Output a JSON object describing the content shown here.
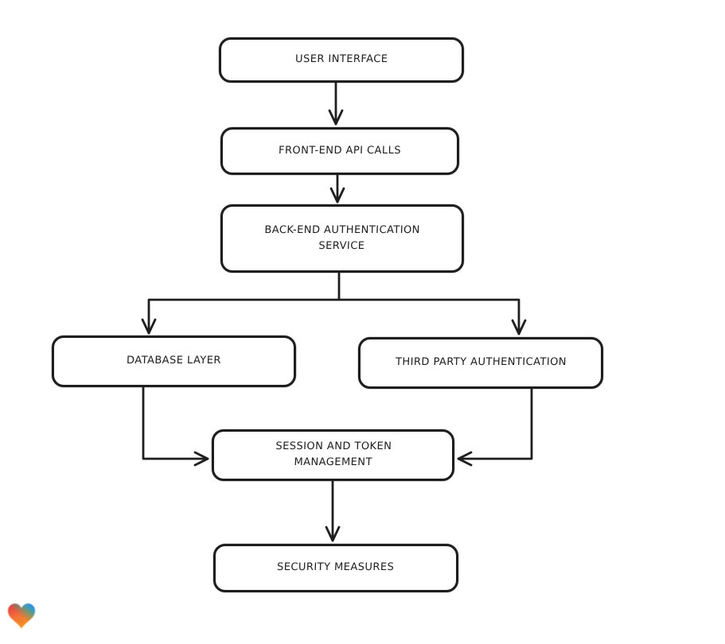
{
  "diagram": {
    "background_color": "#ffffff",
    "stroke_color": "#1e1e1e",
    "node_fill_color": "#ffffff",
    "nodes": [
      {
        "id": "user-interface",
        "label": "USER INTERFACE"
      },
      {
        "id": "front-end-api-calls",
        "label": "FRONT-END API CALLS"
      },
      {
        "id": "back-end-authentication-service",
        "label": "BACK-END AUTHENTICATION\nSERVICE"
      },
      {
        "id": "database-layer",
        "label": "DATABASE LAYER"
      },
      {
        "id": "third-party-authentication",
        "label": "THIRD PARTY AUTHENTICATION"
      },
      {
        "id": "session-and-token-management",
        "label": "SESSION AND TOKEN\nMANAGEMENT"
      },
      {
        "id": "security-measures",
        "label": "SECURITY MEASURES"
      }
    ],
    "edges": [
      {
        "from": "user-interface",
        "to": "front-end-api-calls"
      },
      {
        "from": "front-end-api-calls",
        "to": "back-end-authentication-service"
      },
      {
        "from": "back-end-authentication-service",
        "to": "database-layer"
      },
      {
        "from": "back-end-authentication-service",
        "to": "third-party-authentication"
      },
      {
        "from": "database-layer",
        "to": "session-and-token-management"
      },
      {
        "from": "third-party-authentication",
        "to": "session-and-token-management"
      },
      {
        "from": "session-and-token-management",
        "to": "security-measures"
      }
    ],
    "logo": {
      "name": "lovable-heart-logo",
      "colors": [
        "#e53340",
        "#3f6ce1",
        "#27b08b",
        "#f7941d"
      ]
    }
  }
}
